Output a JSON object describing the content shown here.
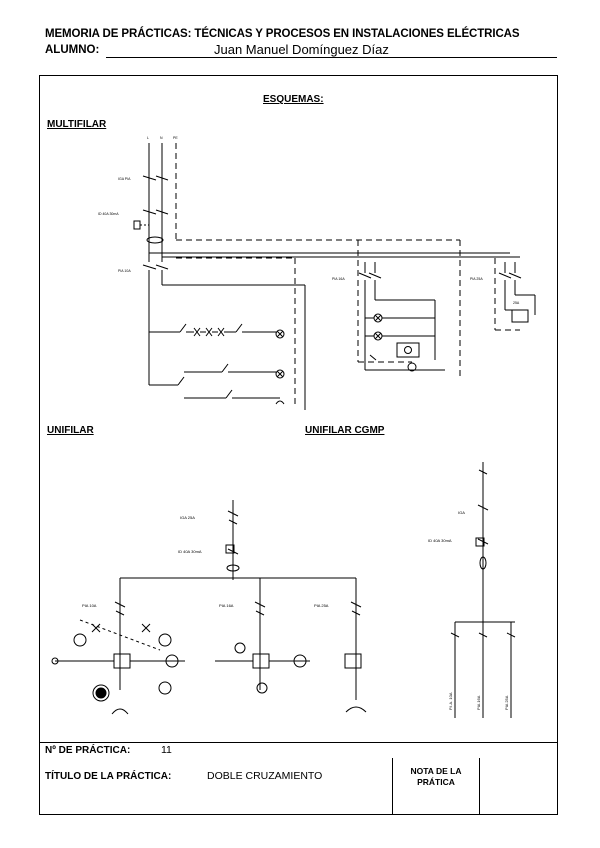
{
  "header": {
    "course_title": "MEMORIA DE PRÁCTICAS: TÉCNICAS Y PROCESOS EN INSTALACIONES ELÉCTRICAS",
    "student_label": "ALUMNO:",
    "student_name": "Juan Manuel Domínguez Díaz"
  },
  "sections": {
    "main_title": "ESQUEMAS:",
    "multifilar": "MULTIFILAR",
    "unifilar": "UNIFILAR",
    "unifilar_cgmp": "UNIFILAR CGMP"
  },
  "multifilar_labels": {
    "conductors": [
      "L",
      "N",
      "PE"
    ],
    "pia_main": "IGA PIA",
    "differential": "ID 40A 30mA",
    "pia_10a": "PIA 10A",
    "pia_16a": "PIA 16A",
    "pia_25a": "PIA 25A",
    "circuit_25a": "25A"
  },
  "unifilar_labels": {
    "iga": "IGA 25A",
    "differential": "ID 40A 30mA",
    "pia_10a": "PIA 10A",
    "pia_16a": "PIA 16A",
    "pia_25a": "PIA 25A"
  },
  "cgmp_labels": {
    "iga": "IGA",
    "differential": "ID 40A 30mA",
    "pia_10a": "P.I.A. 10A",
    "pia_16a": "PIA 16A",
    "pia_25a": "PIA 25A"
  },
  "footer": {
    "practice_number_label": "Nº DE PRÁCTICA:",
    "practice_number": "11",
    "practice_title_label": "TÍTULO DE LA PRÁCTICA:",
    "practice_title": "DOBLE CRUZAMIENTO",
    "grade_label": "NOTA DE LA PRÁTICA"
  }
}
